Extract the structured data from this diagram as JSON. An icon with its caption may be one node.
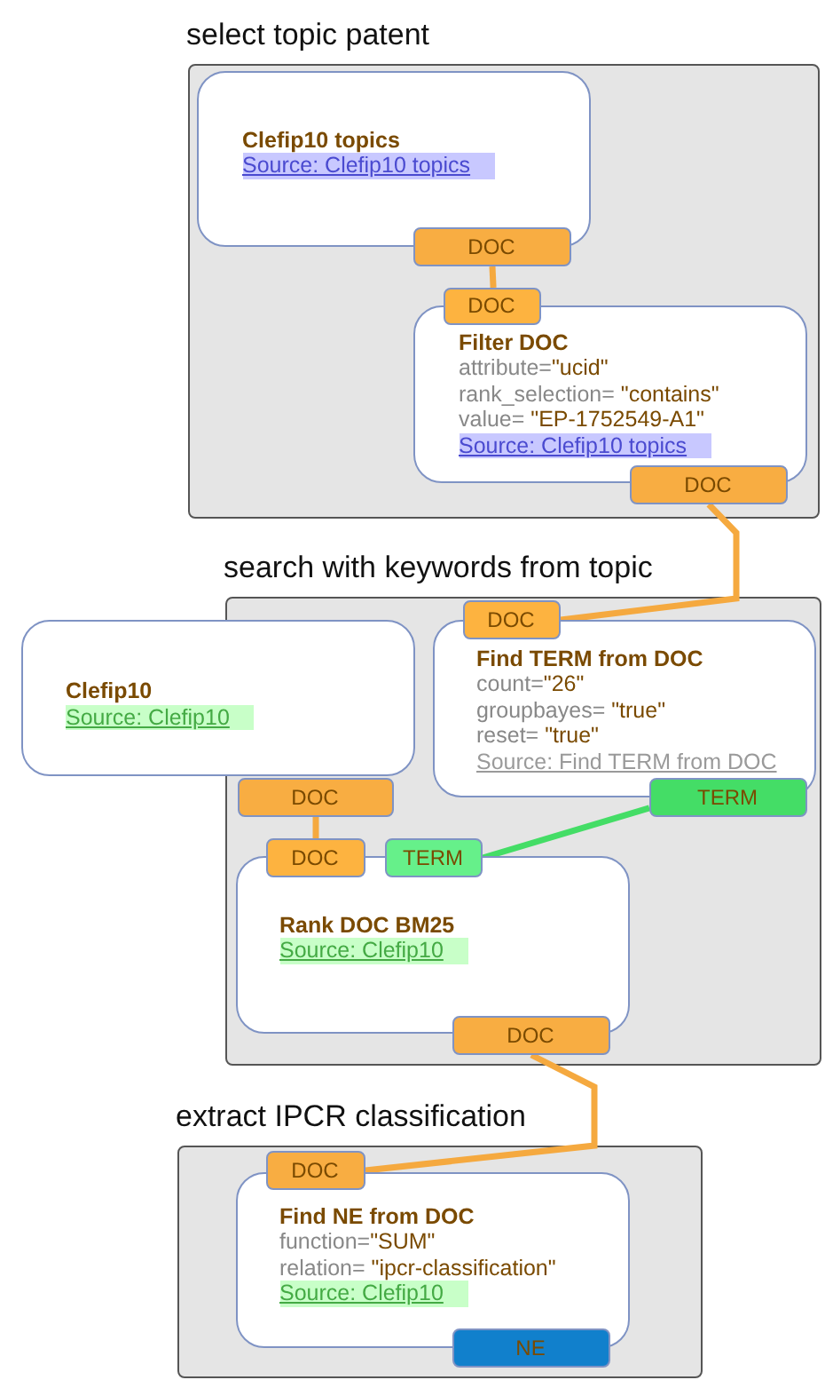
{
  "diagram": {
    "nodes": [
      {
        "text": [
          "select topic patent"
        ]
      },
      {
        "text": [
          "Clefip10 topics",
          "Source: Clefip10 topics"
        ],
        "in": 0
      },
      {
        "text": [
          "DOC"
        ],
        "in": 0
      },
      {
        "text": [
          "DOC"
        ],
        "in": 0
      },
      {
        "text": [
          "Filter DOC",
          "attribute=\"ucid\"",
          "rank_selection= \"contains\"",
          "value= \"EP-1752549-A1\"",
          "Source: Clefip10 topics"
        ],
        "in": 0
      },
      {
        "text": [
          "DOC"
        ],
        "in": 0
      },
      {
        "text": [
          "search with keywords from topic"
        ]
      },
      {
        "text": [
          "Clefip10",
          "Source: Clefip10"
        ]
      },
      {
        "text": [
          "DOC"
        ],
        "in": 6
      },
      {
        "text": [
          "DOC"
        ],
        "in": 6
      },
      {
        "text": [
          "Find TERM from DOC",
          "count=\"26\"",
          "groupbayes= \"true\"",
          "reset= \"true\"",
          "Source: Find TERM from DOC"
        ],
        "in": 6
      },
      {
        "text": [
          "TERM"
        ],
        "in": 6
      },
      {
        "text": [
          "DOC"
        ],
        "in": 6
      },
      {
        "text": [
          "TERM"
        ],
        "in": 6
      },
      {
        "text": [
          "Rank DOC BM25",
          "Source: Clefip10"
        ],
        "in": 6
      },
      {
        "text": [
          "DOC"
        ],
        "in": 6
      },
      {
        "text": [
          "extract IPCR classification"
        ]
      },
      {
        "text": [
          "DOC"
        ],
        "in": 16
      },
      {
        "text": [
          "Find NE from DOC",
          "function=\"SUM\"",
          "relation= \"ipcr-classification\"",
          "Source: Clefip10"
        ],
        "in": 16
      },
      {
        "text": [
          "NE"
        ],
        "in": 16
      }
    ],
    "edges": [
      {
        "from": 2,
        "to": 3,
        "arrow": "none"
      },
      {
        "from": 5,
        "to": 9,
        "arrow": "none"
      },
      {
        "from": 8,
        "to": 12,
        "arrow": "none"
      },
      {
        "from": 11,
        "to": 13,
        "arrow": "none",
        "color": "#44dd66"
      },
      {
        "from": 15,
        "to": 17,
        "arrow": "none"
      }
    ]
  }
}
